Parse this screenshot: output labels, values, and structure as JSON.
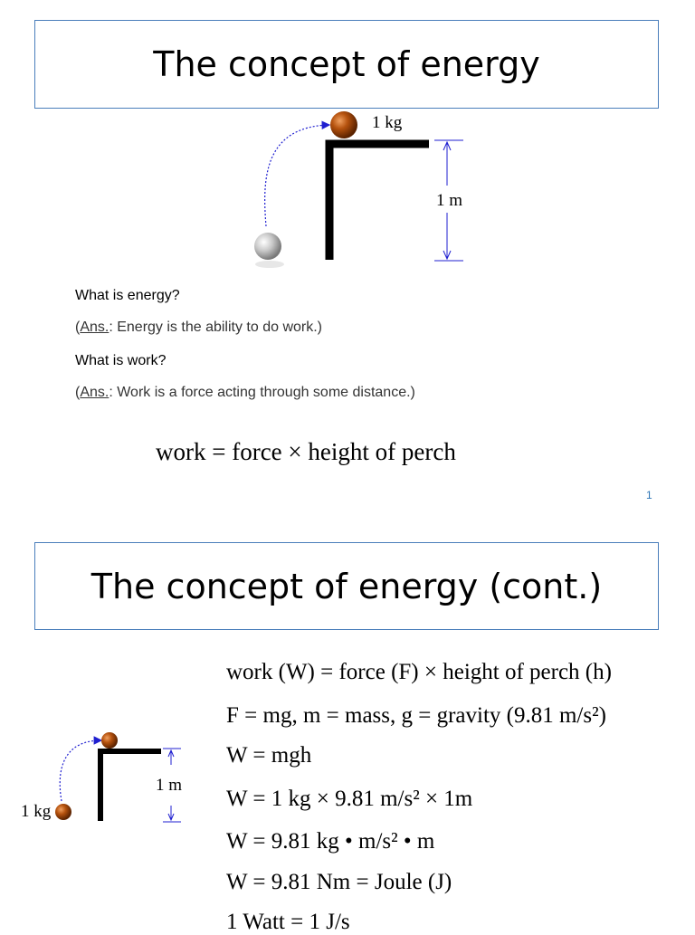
{
  "slide1": {
    "title": "The concept of energy",
    "mass_label": "1 kg",
    "height_label": "1 m",
    "q1": "What is energy?",
    "a1_prefix": "(",
    "a1_ans": "Ans.",
    "a1_text": ": Energy is the ability to do work.)",
    "q2": "What is work?",
    "a2_prefix": "(",
    "a2_ans": "Ans.",
    "a2_text": ": Work is a force acting through some distance.)",
    "formula": "work = force × height  of  perch",
    "page_number": "1"
  },
  "slide2": {
    "title": "The concept of energy (cont.)",
    "mass_label": "1 kg",
    "height_label": "1 m",
    "equations": [
      "work (W) = force (F)  × height  of  perch (h)",
      "F = mg,  m = mass,  g = gravity  (9.81 m/s²)",
      "W = mgh",
      "W = 1 kg × 9.81  m/s² × 1m",
      "W = 9.81 kg • m/s² • m",
      "W = 9.81 Nm = Joule  (J)",
      "1 Watt = 1 J/s"
    ]
  }
}
